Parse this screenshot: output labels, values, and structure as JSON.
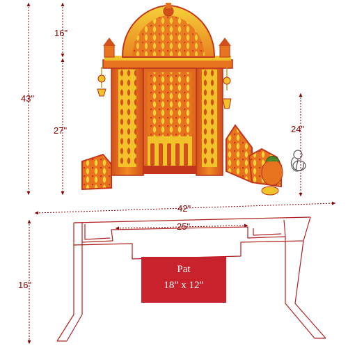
{
  "dimensions": {
    "total_height": "43\"",
    "top_height": "16\"",
    "mid_height": "27\"",
    "side_height": "24\"",
    "total_width": "42\"",
    "inner_width": "25\"",
    "stand_height": "16\""
  },
  "pat": {
    "label": "Pat",
    "size": "18\" x 12\""
  },
  "colors": {
    "dimension_line": "#8b0000",
    "pat_box": "#c8232c",
    "temple_orange": "#e8731f",
    "temple_yellow": "#f2c22a",
    "temple_red": "#c4361b"
  }
}
